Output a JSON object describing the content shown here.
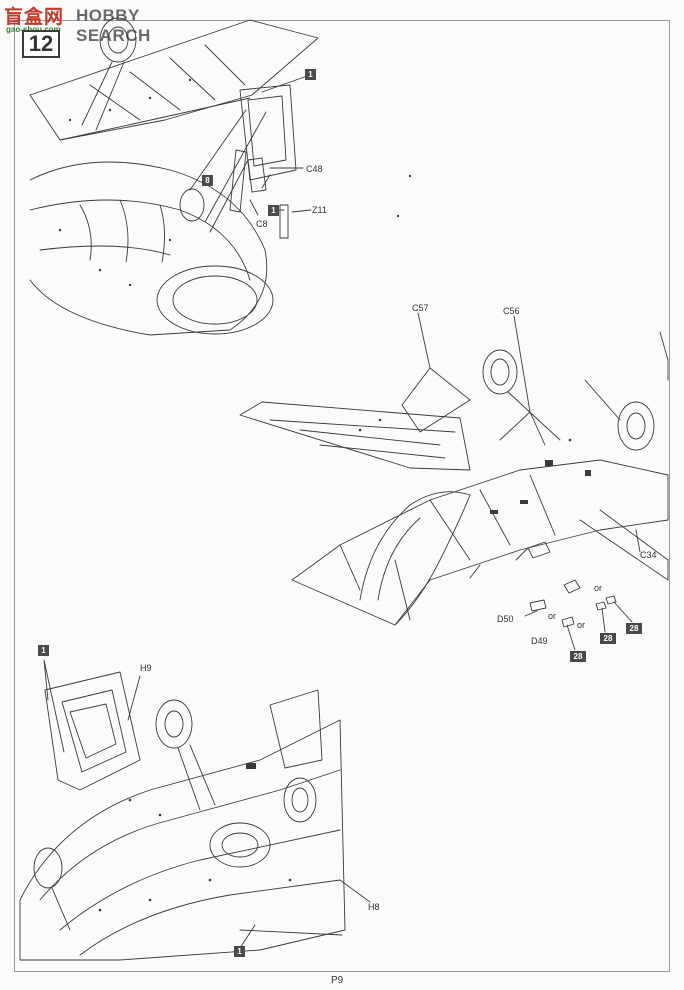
{
  "watermark": {
    "logo_text": "盲盒网",
    "brand": "HOBBY SEARCH",
    "url": "gao-shou.com"
  },
  "step": {
    "number": "12"
  },
  "callouts": {
    "box_1_top_a": "1",
    "box_8": "8",
    "box_1_top_b": "1",
    "box_1_bottom_a": "1",
    "box_1_bottom_b": "1",
    "box_28_a": "28",
    "box_28_b": "28",
    "box_28_c": "28"
  },
  "parts": {
    "c48": "C48",
    "z11": "Z11",
    "c8": "C8",
    "c57": "C57",
    "c56": "C56",
    "c34": "C34",
    "d50": "D50",
    "d49": "D49",
    "h9": "H9",
    "h8": "H8"
  },
  "options": {
    "or_1": "or",
    "or_2": "or",
    "or_3": "or"
  },
  "page_number": "P9",
  "colors": {
    "line": "#3a3a3a",
    "box": "#4a4a4a",
    "paper": "#fbfbf9"
  }
}
